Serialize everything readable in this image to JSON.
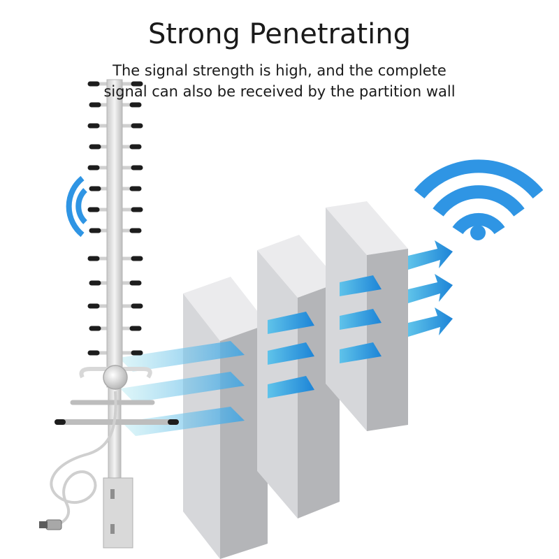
{
  "headline": "Strong Penetrating",
  "subtitle_line1": "The signal strength is high, and the complete",
  "subtitle_line2": "signal can also be received by the partition wall",
  "icons": {
    "signal_source": "signal-waves-icon",
    "signal_target": "wifi-icon",
    "device": "yagi-antenna-icon"
  },
  "colors": {
    "beam_start": "#9fe0ec",
    "beam_end": "#1e86d8",
    "wifi": "#2f95e4",
    "wall_front": "#d5d6d9",
    "wall_side": "#b6b7ba",
    "wall_top": "#eaebed",
    "metal": "#dcdcdc"
  }
}
